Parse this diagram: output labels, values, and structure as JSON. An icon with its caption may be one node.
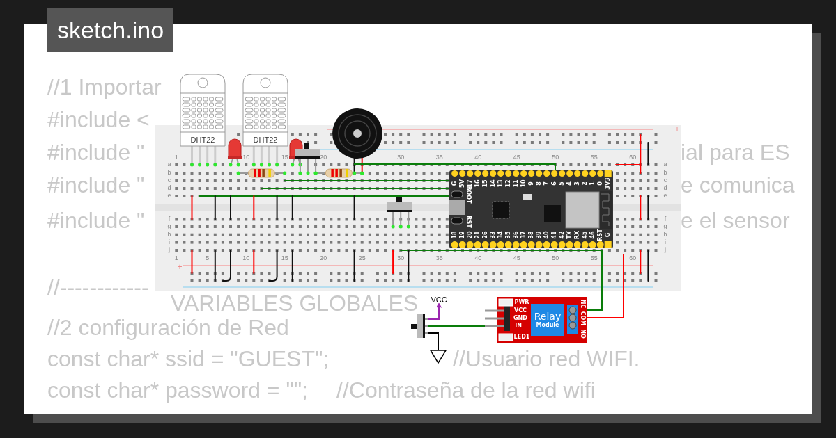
{
  "diagram": {
    "title": "sketch.ino",
    "nodes": [
      {
        "text": [
          "1",
          "10",
          "15",
          "20",
          "30",
          "35",
          "40",
          "45",
          "50",
          "55",
          "60",
          "+",
          "a",
          "a",
          "b",
          "b",
          "c",
          "c",
          "d",
          "d",
          "e",
          "e",
          "f",
          "f",
          "g",
          "g",
          "h",
          "h",
          "i",
          "i",
          "j",
          "j",
          "1",
          "5",
          "10",
          "15",
          "20",
          "25",
          "30",
          "35",
          "40",
          "45",
          "50",
          "55",
          "60",
          "+"
        ]
      },
      {
        "text": [
          "DHT22"
        ]
      },
      {
        "text": [
          "DHT22"
        ]
      },
      {
        "text": [
          "G",
          "5V",
          "17",
          "16",
          "15",
          "14",
          "13",
          "12",
          "11",
          "10",
          "9",
          "8",
          "7",
          "6",
          "5",
          "4",
          "3",
          "2",
          "1",
          "0",
          "3V3",
          "BOOT",
          "RST",
          "18",
          "19",
          "20",
          "21",
          "26",
          "33",
          "34",
          "35",
          "36",
          "37",
          "38",
          "39",
          "40",
          "41",
          "42",
          "TX",
          "RX",
          "45",
          "46",
          "RST",
          "G"
        ],
        "in": 0
      },
      {
        "text": [
          "PWR",
          "VCC",
          "GND",
          "IN",
          "LED1",
          "Relay",
          "Module",
          "NC",
          "COM",
          "NO"
        ]
      },
      {
        "text": [],
        "shape": "switch"
      },
      {
        "text": [
          "VCC"
        ]
      },
      {
        "text": [],
        "shape": "triangle"
      }
    ],
    "edges": [
      {
        "from": 5,
        "to": 6,
        "arrow": "to",
        "color": "#9c27b0"
      },
      {
        "from": 5,
        "to": 4,
        "arrow": "none"
      },
      {
        "from": 5,
        "to": 7,
        "arrow": "none",
        "color": "#000000"
      },
      {
        "from": 4,
        "to": 0,
        "arrow": "none"
      },
      {
        "from": 4,
        "to": 0,
        "arrow": "none",
        "color": "#ff0000"
      },
      {
        "from": 0,
        "to": 3,
        "arrow": "none"
      }
    ],
    "labels": [
      "//1 Importar",
      "#include <",
      "#include \"",
      "ial para ES",
      "#include \"",
      "e comunica",
      "#include \"",
      "e el sensor",
      "//------------",
      "VARIABLES GLOBALES",
      "//2 configuración de Red",
      "const char* ssid = \"GUEST\";",
      "//Usuario red WIFI.",
      "const char* password = \"\";",
      "//Contraseña de la red wifi"
    ]
  }
}
